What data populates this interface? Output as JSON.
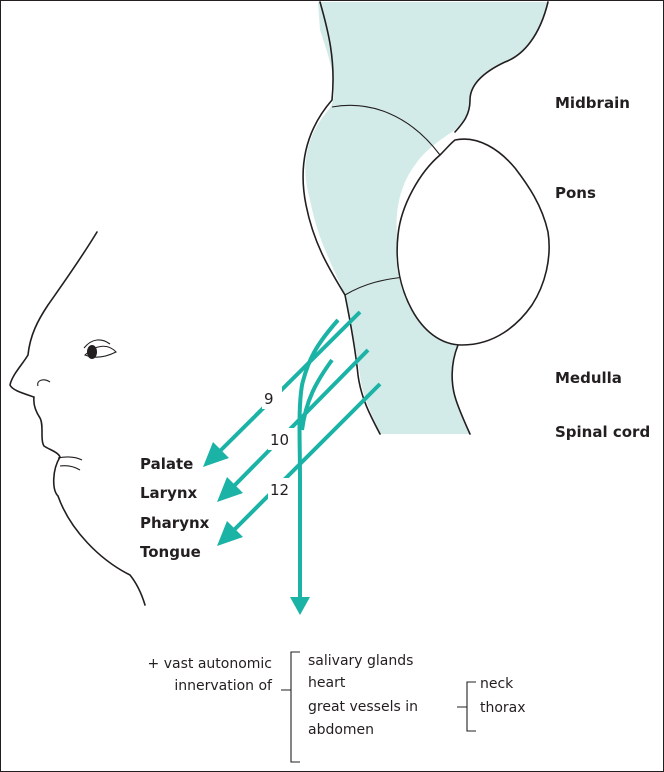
{
  "colors": {
    "brainstem_fill": "#d3ebe8",
    "nerve": "#1ab3a6",
    "ink": "#231f20",
    "background": "#ffffff"
  },
  "regions": {
    "midbrain": "Midbrain",
    "pons": "Pons",
    "medulla": "Medulla",
    "spinal_cord": "Spinal cord"
  },
  "nerves": {
    "n9": "9",
    "n10": "10",
    "n12": "12"
  },
  "targets": {
    "palate": "Palate",
    "larynx": "Larynx",
    "pharynx": "Pharynx",
    "tongue": "Tongue"
  },
  "autonomic": {
    "intro_line1": "+ vast autonomic",
    "intro_line2": "innervation of",
    "items": [
      "salivary glands",
      "heart",
      "great vessels in",
      "abdomen"
    ],
    "sub_items": [
      "neck",
      "thorax"
    ]
  }
}
